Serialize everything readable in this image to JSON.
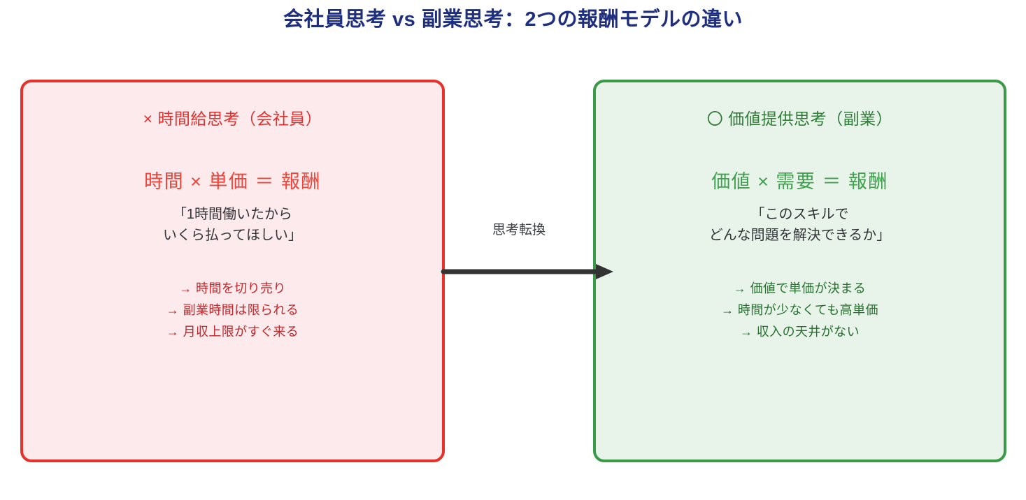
{
  "title": "会社員思考 vs 副業思考：2つの報酬モデルの違い",
  "colors": {
    "title_text": "#1f2f80",
    "left_border": "#e6322b",
    "left_fill": "#fdeaec",
    "left_header_text": "#e0332f",
    "left_formula_text": "#f04438",
    "left_bullets_text": "#c0282c",
    "right_border": "#3a9a48",
    "right_fill": "#e8f4ea",
    "right_header_text": "#2f7d38",
    "right_formula_text": "#3fa04d",
    "right_bullets_text": "#27702f",
    "quote_text": "#33353a",
    "arrow": "#333333"
  },
  "left_panel": {
    "header": "× 時間給思考（会社員）",
    "formula": "時間 × 単価 ＝ 報酬",
    "quote": "「1時間働いたから\nいくら払ってほしい」",
    "bullets": "→ 時間を切り売り\n→ 副業時間は限られる\n→ 月収上限がすぐ来る",
    "bullet_items": [
      "→ 時間を切り売り",
      "→ 副業時間は限られる",
      "→ 月収上限がすぐ来る"
    ]
  },
  "right_panel": {
    "header": "〇 価値提供思考（副業）",
    "formula": "価値 × 需要 ＝ 報酬",
    "quote": "「このスキルで\nどんな問題を解決できるか」",
    "bullets": "→ 価値で単価が決まる\n→ 時間が少なくても高単価\n→ 収入の天井がない",
    "bullet_items": [
      "→ 価値で単価が決まる",
      "→ 時間が少なくても高単価",
      "→ 収入の天井がない"
    ]
  },
  "connector": {
    "label": "思考転換",
    "direction": "left-to-right"
  }
}
